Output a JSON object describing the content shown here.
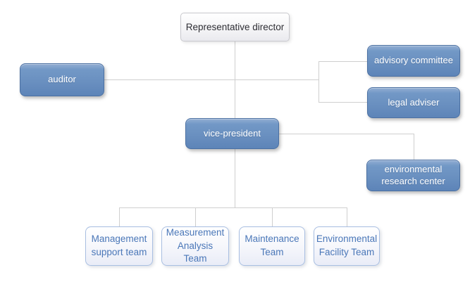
{
  "org": {
    "representative_director": {
      "label": "Representative director"
    },
    "auditor": {
      "label": "auditor"
    },
    "advisory_committee": {
      "label": "advisory committee"
    },
    "legal_adviser": {
      "label": "legal adviser"
    },
    "vice_president": {
      "label": "vice-president"
    },
    "environmental_research_center": {
      "label": "environmental research center"
    },
    "teams": [
      {
        "label": "Management support team"
      },
      {
        "label": "Measurement Analysis Team"
      },
      {
        "label": "Maintenance Team"
      },
      {
        "label": "Environmental Facility Team"
      }
    ]
  },
  "colors": {
    "node_blue_top": "#93aed3",
    "node_blue_bottom": "#5d84b8",
    "node_blue_border": "#4c71a3",
    "node_white_border": "#c9c9ce",
    "team_border": "#a9bfe2",
    "team_text": "#4a77b8",
    "root_text": "#2e2e34",
    "connector": "#cfcfcf",
    "background": "#ffffff"
  },
  "chart_data": {
    "type": "table",
    "title": "",
    "hierarchy": {
      "root": "Representative director",
      "children": [
        {
          "node": "auditor",
          "relation": "staff-left"
        },
        {
          "node": "advisory committee",
          "relation": "staff-right"
        },
        {
          "node": "legal adviser",
          "relation": "staff-right"
        },
        {
          "node": "vice-president",
          "relation": "direct",
          "children": [
            {
              "node": "environmental research center",
              "relation": "staff-right"
            },
            {
              "node": "Management support team",
              "relation": "direct"
            },
            {
              "node": "Measurement Analysis Team",
              "relation": "direct"
            },
            {
              "node": "Maintenance Team",
              "relation": "direct"
            },
            {
              "node": "Environmental Facility Team",
              "relation": "direct"
            }
          ]
        }
      ]
    }
  }
}
